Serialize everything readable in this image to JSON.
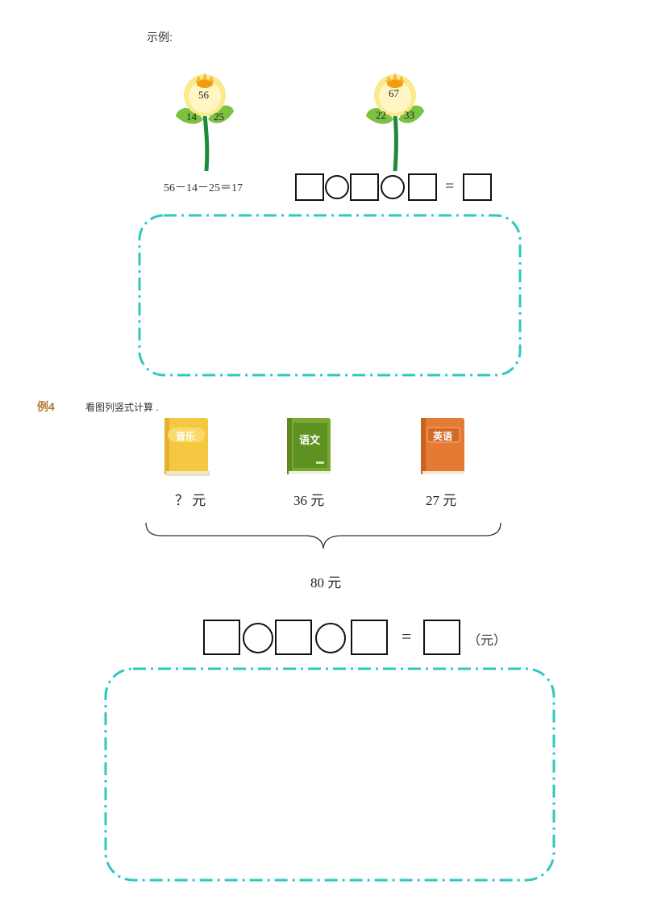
{
  "example": {
    "label": "示例:",
    "flower1": {
      "top": "56",
      "left": "14",
      "right": "25"
    },
    "flower2": {
      "top": "67",
      "left": "22",
      "right": "33"
    },
    "equation": "56－14－25＝17",
    "equals": "="
  },
  "problem4": {
    "tag": "例4",
    "instruction": "看图列竖式计算 .",
    "books": [
      {
        "title": "音乐",
        "price": "？ 元",
        "color": "#f5c842"
      },
      {
        "title": "语文",
        "price": "36 元",
        "color": "#7aa832"
      },
      {
        "title": "英语",
        "price": "27 元",
        "color": "#e57a35"
      }
    ],
    "total": "80 元",
    "equals": "=",
    "unit": "（元）"
  },
  "colors": {
    "dash_border": "#2ec8c0",
    "tag": "#b07a2c"
  }
}
